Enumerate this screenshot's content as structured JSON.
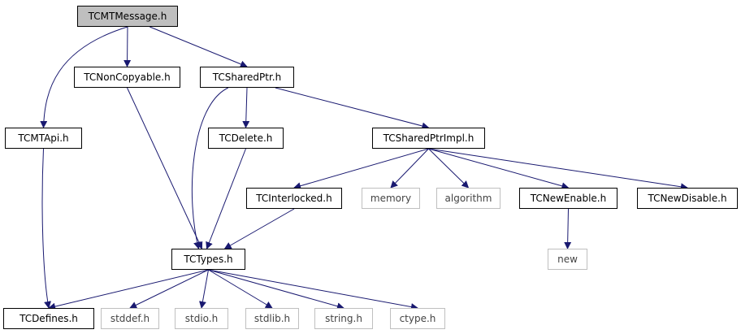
{
  "nodes": {
    "tcmtmessage": "TCMTMessage.h",
    "tcnoncopyable": "TCNonCopyable.h",
    "tcsharedptr": "TCSharedPtr.h",
    "tcmtapi": "TCMTApi.h",
    "tcdelete": "TCDelete.h",
    "tcsharedptrimpl": "TCSharedPtrImpl.h",
    "tcinterlocked": "TCInterlocked.h",
    "memory": "memory",
    "algorithm": "algorithm",
    "tcnewenable": "TCNewEnable.h",
    "tcnewdisable": "TCNewDisable.h",
    "new": "new",
    "tctypes": "TCTypes.h",
    "tcdefines": "TCDefines.h",
    "stddef": "stddef.h",
    "stdio": "stdio.h",
    "stdlib": "stdlib.h",
    "string": "string.h",
    "ctype": "ctype.h"
  },
  "edges": [
    [
      "tcmtmessage",
      "tcnoncopyable"
    ],
    [
      "tcmtmessage",
      "tcsharedptr"
    ],
    [
      "tcmtmessage",
      "tcmtapi"
    ],
    [
      "tcnoncopyable",
      "tctypes"
    ],
    [
      "tcsharedptr",
      "tcdelete"
    ],
    [
      "tcsharedptr",
      "tcsharedptrimpl"
    ],
    [
      "tcsharedptr",
      "tctypes"
    ],
    [
      "tcmtapi",
      "tcdefines"
    ],
    [
      "tcdelete",
      "tctypes"
    ],
    [
      "tcsharedptrimpl",
      "tcinterlocked"
    ],
    [
      "tcsharedptrimpl",
      "memory"
    ],
    [
      "tcsharedptrimpl",
      "algorithm"
    ],
    [
      "tcsharedptrimpl",
      "tcnewenable"
    ],
    [
      "tcsharedptrimpl",
      "tcnewdisable"
    ],
    [
      "tcinterlocked",
      "tctypes"
    ],
    [
      "tcnewenable",
      "new"
    ],
    [
      "tctypes",
      "tcdefines"
    ],
    [
      "tctypes",
      "stddef"
    ],
    [
      "tctypes",
      "stdio"
    ],
    [
      "tctypes",
      "stdlib"
    ],
    [
      "tctypes",
      "string"
    ],
    [
      "tctypes",
      "ctype"
    ]
  ],
  "colors": {
    "edge": "#191970",
    "node_border": "#000000",
    "external_border": "#bfbfbf",
    "root_fill": "#bfbfbf"
  }
}
